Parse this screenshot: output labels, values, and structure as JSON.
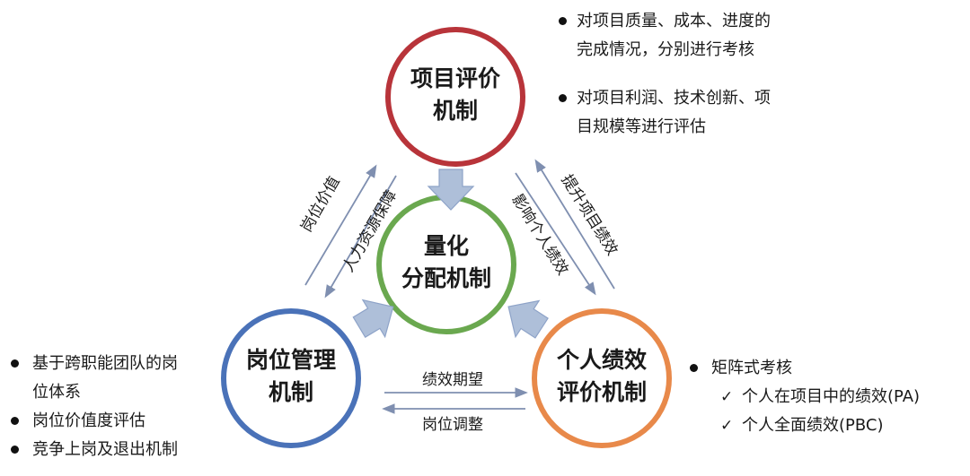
{
  "nodes": {
    "project": {
      "line1": "项目评价",
      "line2": "机制",
      "color": "#b8343a"
    },
    "center": {
      "line1": "量化",
      "line2": "分配机制",
      "color": "#6aa84f"
    },
    "post": {
      "line1": "岗位管理",
      "line2": "机制",
      "color": "#4a72b8"
    },
    "personal": {
      "line1": "个人绩效",
      "line2": "评价机制",
      "color": "#e8894a"
    }
  },
  "edges": {
    "post_value": "岗位价值",
    "hr_support": "人力资源保障",
    "impact_personal": "影响个人绩效",
    "improve_project": "提升项目绩效",
    "perf_expect": "绩效期望",
    "post_adjust": "岗位调整"
  },
  "notes": {
    "project": [
      [
        "对项目质量、成本、进度的",
        "完成情况，分别进行考核"
      ],
      [
        "对项目利润、技术创新、项",
        "目规模等进行评估"
      ]
    ],
    "post": [
      [
        "基于跨职能团队的岗",
        "位体系"
      ],
      [
        "岗位价值度评估"
      ],
      [
        "竞争上岗及退出机制"
      ]
    ],
    "personal": {
      "heading": "矩阵式考核",
      "checks": [
        "个人在项目中的绩效(PA)",
        "个人全面绩效(PBC)"
      ]
    }
  },
  "colors": {
    "connector_arrow": "#aebfd9",
    "connector_arrow_stroke": "#8ea3c8",
    "line_arrow": "#7f8fb0"
  }
}
